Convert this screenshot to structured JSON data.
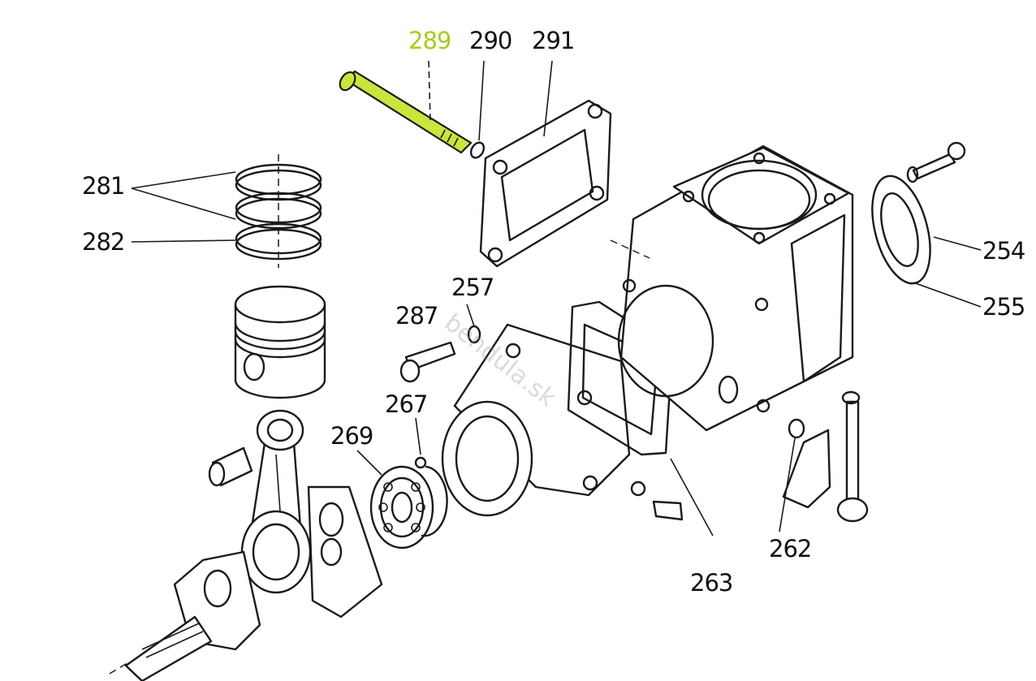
{
  "parts": [
    {
      "id": "p289",
      "label": "289",
      "highlighted": true
    },
    {
      "id": "p290",
      "label": "290"
    },
    {
      "id": "p291",
      "label": "291"
    },
    {
      "id": "p281",
      "label": "281"
    },
    {
      "id": "p282",
      "label": "282"
    },
    {
      "id": "p254",
      "label": "254"
    },
    {
      "id": "p255",
      "label": "255"
    },
    {
      "id": "p257",
      "label": "257"
    },
    {
      "id": "p287",
      "label": "287"
    },
    {
      "id": "p267",
      "label": "267"
    },
    {
      "id": "p269",
      "label": "269"
    },
    {
      "id": "p263",
      "label": "263"
    },
    {
      "id": "p262",
      "label": "262"
    }
  ],
  "watermark": "bendula.sk",
  "colors": {
    "highlight": "#a8cc1c",
    "line": "#1a1a1a",
    "background": "#ffffff"
  }
}
